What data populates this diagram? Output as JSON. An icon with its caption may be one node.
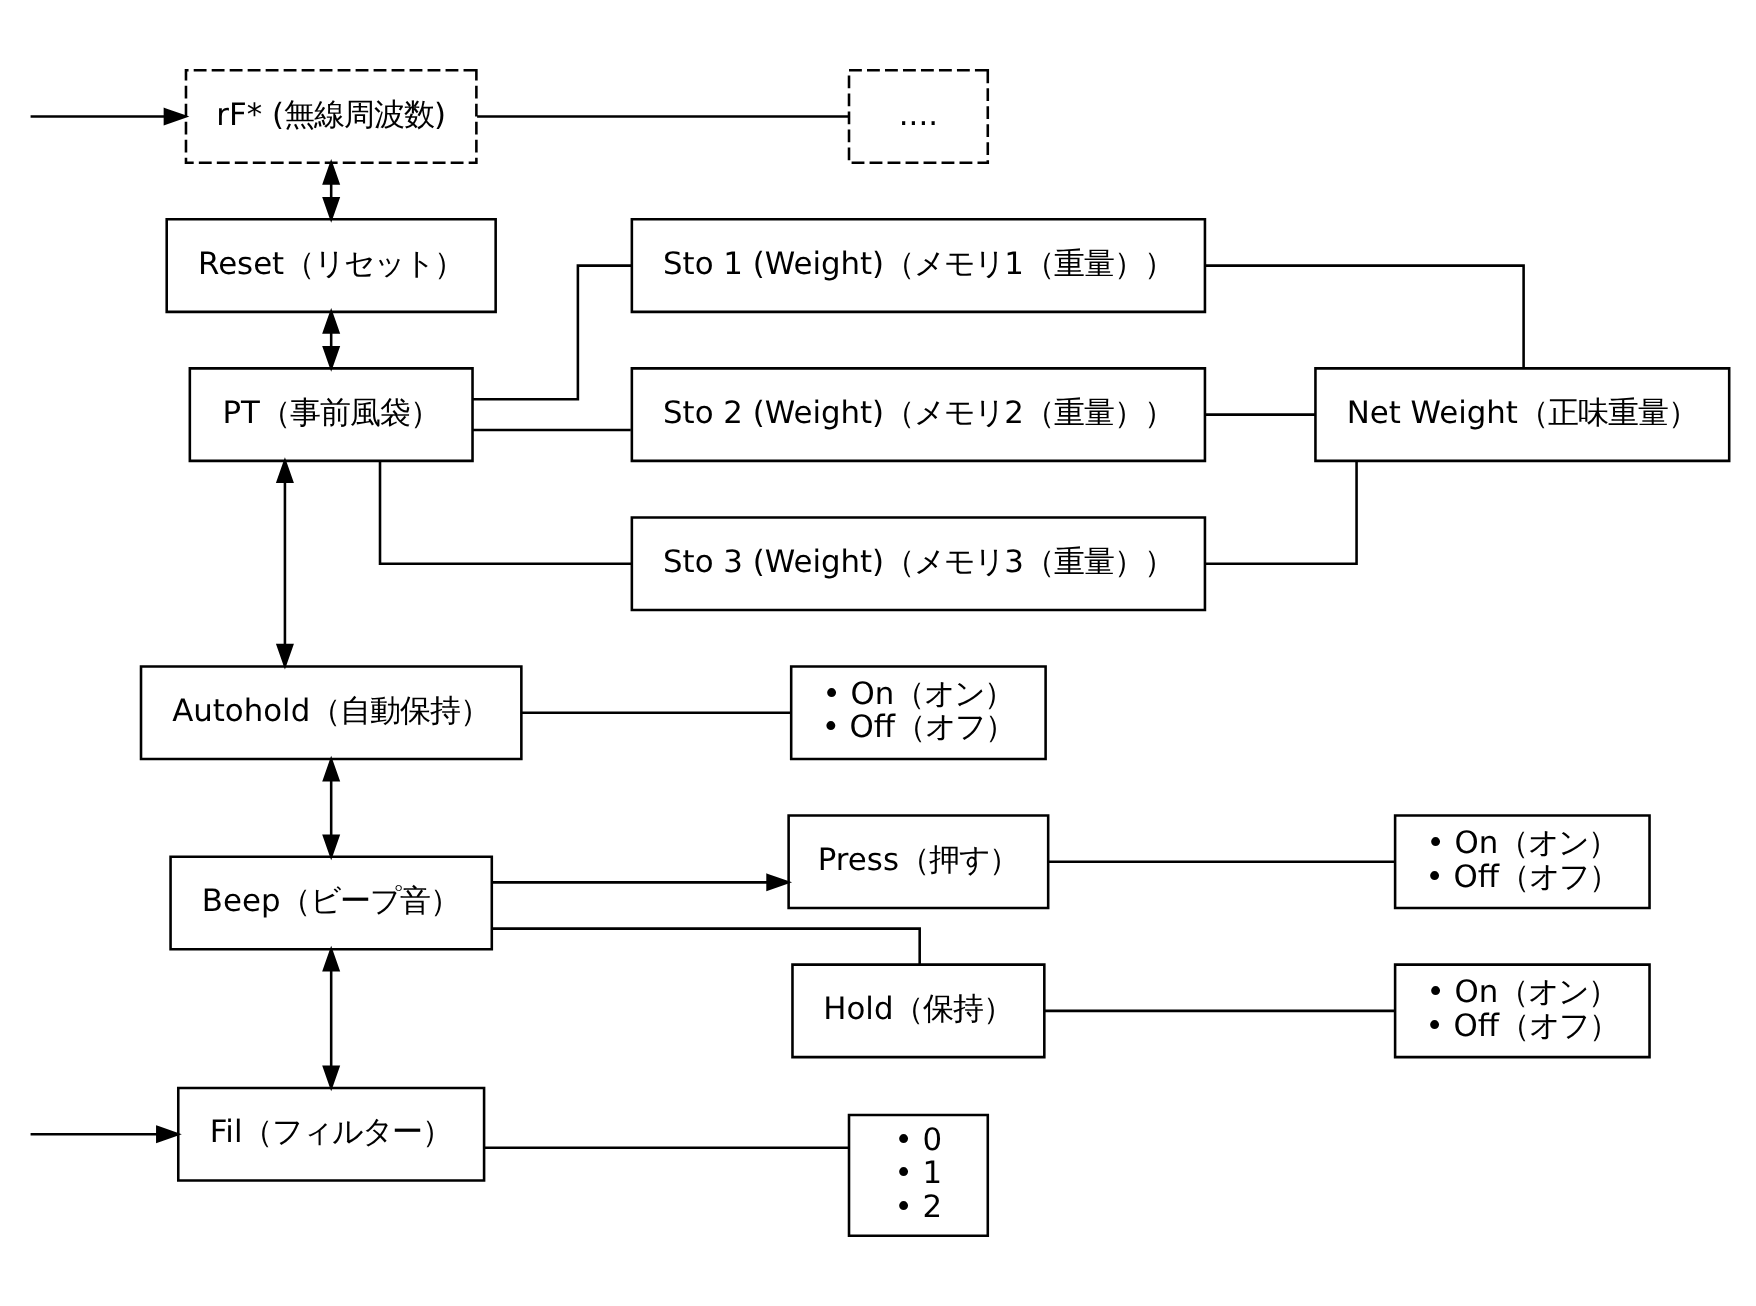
{
  "diagram": {
    "nodes": [
      {
        "text": [
          "rF* (無線周波数)"
        ]
      },
      {
        "text": [
          "...."
        ]
      },
      {
        "text": [
          "Reset（リセット）"
        ]
      },
      {
        "text": [
          "PT（事前風袋）"
        ]
      },
      {
        "text": [
          "Sto 1 (Weight)（メモリ1（重量））"
        ]
      },
      {
        "text": [
          "Sto 2 (Weight)（メモリ2（重量））"
        ]
      },
      {
        "text": [
          "Sto 3 (Weight)（メモリ3（重量））"
        ]
      },
      {
        "text": [
          "Net Weight（正味重量）"
        ]
      },
      {
        "text": [
          "Autohold（自動保持）"
        ]
      },
      {
        "text": [
          "• On（オン）",
          "• Off（オフ）"
        ]
      },
      {
        "text": [
          "Beep（ビープ音）"
        ]
      },
      {
        "text": [
          "Press（押す）"
        ]
      },
      {
        "text": [
          "• On（オン）",
          "• Off（オフ）"
        ]
      },
      {
        "text": [
          "Hold（保持）"
        ]
      },
      {
        "text": [
          "• On（オン）",
          "• Off（オフ）"
        ]
      },
      {
        "text": [
          "Fil（フィルター）"
        ]
      },
      {
        "text": [
          "• 0",
          "• 1",
          "• 2"
        ]
      }
    ],
    "edges": [
      {
        "from": null,
        "to": 0,
        "arrow": "to"
      },
      {
        "from": 0,
        "to": 1,
        "arrow": "none"
      },
      {
        "from": 0,
        "to": 2,
        "arrow": "both"
      },
      {
        "from": 2,
        "to": 3,
        "arrow": "both"
      },
      {
        "from": 3,
        "to": 4,
        "arrow": "none"
      },
      {
        "from": 3,
        "to": 5,
        "arrow": "none"
      },
      {
        "from": 3,
        "to": 6,
        "arrow": "none"
      },
      {
        "from": 4,
        "to": 7,
        "arrow": "none"
      },
      {
        "from": 5,
        "to": 7,
        "arrow": "none"
      },
      {
        "from": 6,
        "to": 7,
        "arrow": "none"
      },
      {
        "from": 3,
        "to": 8,
        "arrow": "both"
      },
      {
        "from": 8,
        "to": 9,
        "arrow": "none"
      },
      {
        "from": 8,
        "to": 10,
        "arrow": "both"
      },
      {
        "from": 10,
        "to": 11,
        "arrow": "to"
      },
      {
        "from": 10,
        "to": 13,
        "arrow": "none"
      },
      {
        "from": 11,
        "to": 12,
        "arrow": "none"
      },
      {
        "from": 13,
        "to": 14,
        "arrow": "none"
      },
      {
        "from": 10,
        "to": 15,
        "arrow": "both"
      },
      {
        "from": 15,
        "to": 16,
        "arrow": "none"
      },
      {
        "from": null,
        "to": 15,
        "arrow": "to"
      }
    ]
  }
}
